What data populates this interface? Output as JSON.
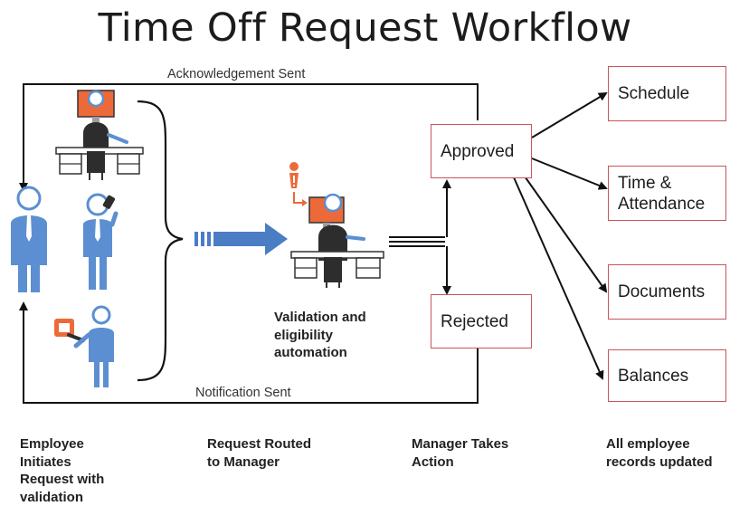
{
  "title": "Time Off Request Workflow",
  "flow_labels": {
    "acknowledgement": "Acknowledgement Sent",
    "notification": "Notification Sent"
  },
  "outcomes": {
    "approved": "Approved",
    "rejected": "Rejected"
  },
  "records": [
    "Schedule",
    "Time &\nAttendance",
    "Documents",
    "Balances"
  ],
  "automation_label": "Validation and\neligibility\nautomation",
  "captions": [
    "Employee\nInitiates\nRequest with\nvalidation",
    "Request Routed\nto Manager",
    "Manager Takes\nAction",
    "All employee\nrecords updated"
  ],
  "colors": {
    "blue": "#5b8fd1",
    "orange": "#ec6a3a",
    "dark": "#2d2d2d",
    "box_border": "#c8555a",
    "arrow": "#4a7dc4"
  }
}
